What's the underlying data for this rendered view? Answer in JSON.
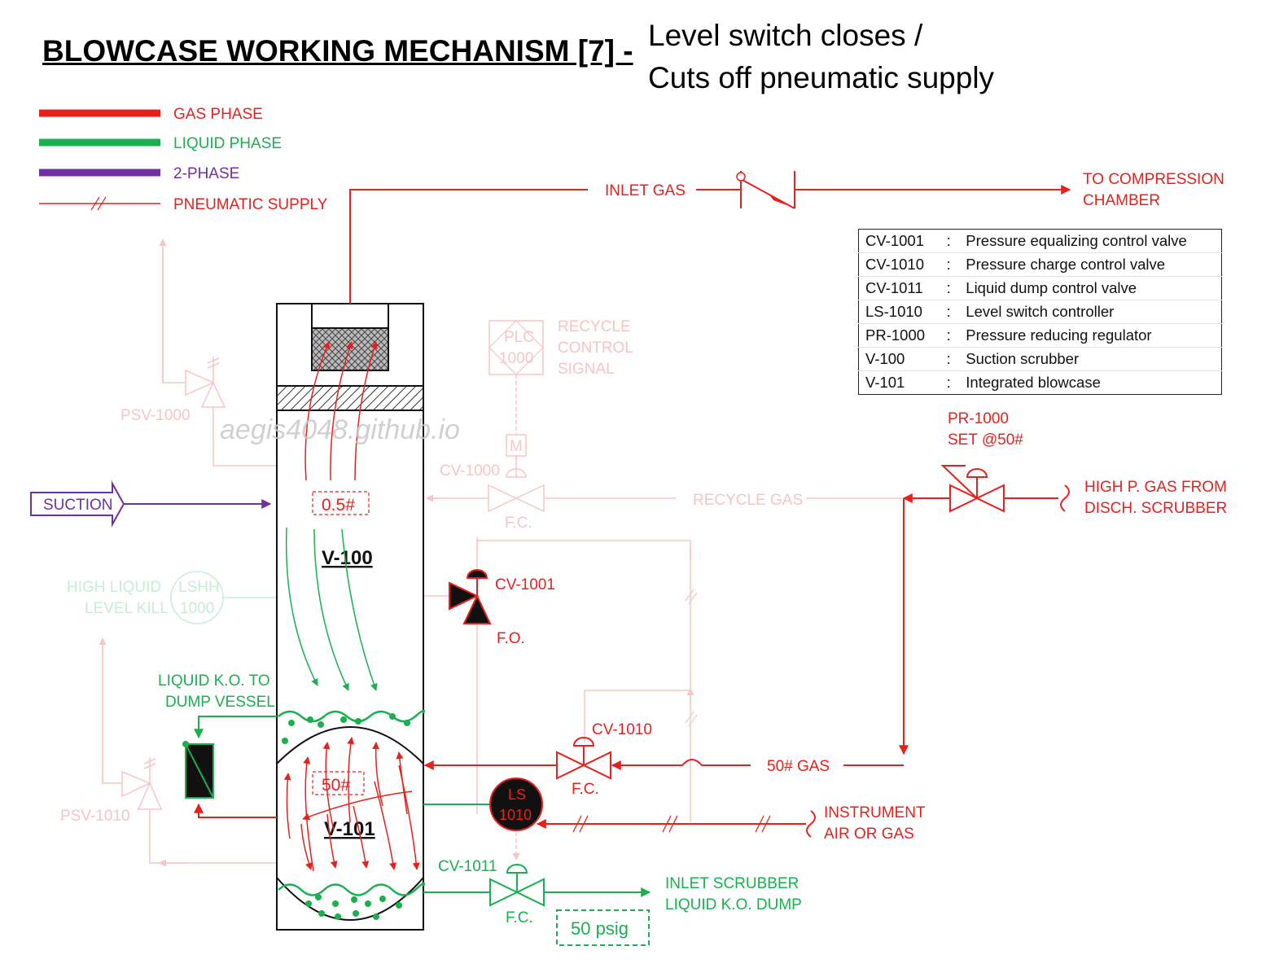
{
  "title": "BLOWCASE WORKING MECHANISM [7] -",
  "subtitle_line1": "Level switch closes /",
  "subtitle_line2": "Cuts off pneumatic supply",
  "watermark": "aegis4048.github.io",
  "colors": {
    "gas": "#e8201c",
    "liquid": "#1ab04f",
    "two_phase": "#7030a0",
    "faint_red": "#f7c5c3",
    "faint_green": "#c9ecd6"
  },
  "legend": [
    {
      "label": "GAS PHASE",
      "style": "gas"
    },
    {
      "label": "LIQUID PHASE",
      "style": "liquid"
    },
    {
      "label": "2-PHASE",
      "style": "two_phase"
    },
    {
      "label": "PNEUMATIC SUPPLY",
      "style": "pneumatic"
    }
  ],
  "abbreviations": [
    {
      "tag": "CV-1001",
      "sep": ":",
      "desc": "Pressure equalizing control valve"
    },
    {
      "tag": "CV-1010",
      "sep": ":",
      "desc": "Pressure charge control valve"
    },
    {
      "tag": "CV-1011",
      "sep": ":",
      "desc": "Liquid dump control valve"
    },
    {
      "tag": "LS-1010",
      "sep": ":",
      "desc": "Level switch controller"
    },
    {
      "tag": "PR-1000",
      "sep": ":",
      "desc": "Pressure reducing regulator"
    },
    {
      "tag": "V-100",
      "sep": ":",
      "desc": "Suction scrubber"
    },
    {
      "tag": "V-101",
      "sep": ":",
      "desc": "Integrated blowcase"
    }
  ],
  "labels": {
    "inlet_gas": "INLET GAS",
    "to_compression_1": "TO COMPRESSION",
    "to_compression_2": "CHAMBER",
    "suction": "SUCTION",
    "v100": "V-100",
    "v101": "V-101",
    "pressure_v100": "0.5#",
    "pressure_v101": "50#",
    "recycle_1": "RECYCLE",
    "recycle_2": "CONTROL",
    "recycle_3": "SIGNAL",
    "plc_1": "PLC",
    "plc_2": "1000",
    "m_box": "M",
    "cv1000": "CV-1000",
    "fc_cv1000": "F.C.",
    "recycle_gas": "RECYCLE GAS",
    "pr1000_1": "PR-1000",
    "pr1000_2": "SET @50#",
    "high_p_1": "HIGH P. GAS FROM",
    "high_p_2": "DISCH. SCRUBBER",
    "cv1001": "CV-1001",
    "fo": "F.O.",
    "high_liquid_1": "HIGH LIQUID",
    "high_liquid_2": "LEVEL KILL",
    "lshh_1": "LSHH",
    "lshh_2": "1000",
    "psv1000": "PSV-1000",
    "psv1010": "PSV-1010",
    "liquid_ko_1": "LIQUID K.O. TO",
    "liquid_ko_2": "DUMP VESSEL",
    "cv1010": "CV-1010",
    "fc_cv1010": "F.C.",
    "gas_50": "50# GAS",
    "ls_1": "LS",
    "ls_2": "1010",
    "instrument_1": "INSTRUMENT",
    "instrument_2": "AIR OR GAS",
    "cv1011": "CV-1011",
    "fc_cv1011": "F.C.",
    "inlet_scrubber_1": "INLET SCRUBBER",
    "inlet_scrubber_2": "LIQUID K.O. DUMP",
    "psig_50": "50 psig"
  }
}
